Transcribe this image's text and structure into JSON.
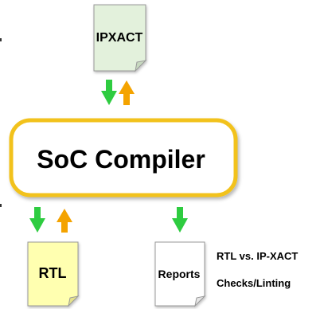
{
  "documents": {
    "ipxact_label": "IPXACT",
    "rtl_label": "RTL",
    "reports_label": "Reports"
  },
  "compiler": {
    "label": "SoC Compiler"
  },
  "annotation": {
    "line1": "RTL vs. IP-XACT",
    "line2": "Checks/Linting"
  },
  "colors": {
    "ipxact_doc_fill": "#e3f1dc",
    "rtl_doc_fill": "#ffffb0",
    "reports_doc_fill": "#ffffff",
    "compiler_border": "#f2c21b",
    "arrow_green": "#2ecc40",
    "arrow_orange": "#f4a300",
    "text": "#000000"
  },
  "icons": {
    "document": "document-icon",
    "arrow_down": "arrow-down-icon",
    "arrow_up": "arrow-up-icon"
  }
}
